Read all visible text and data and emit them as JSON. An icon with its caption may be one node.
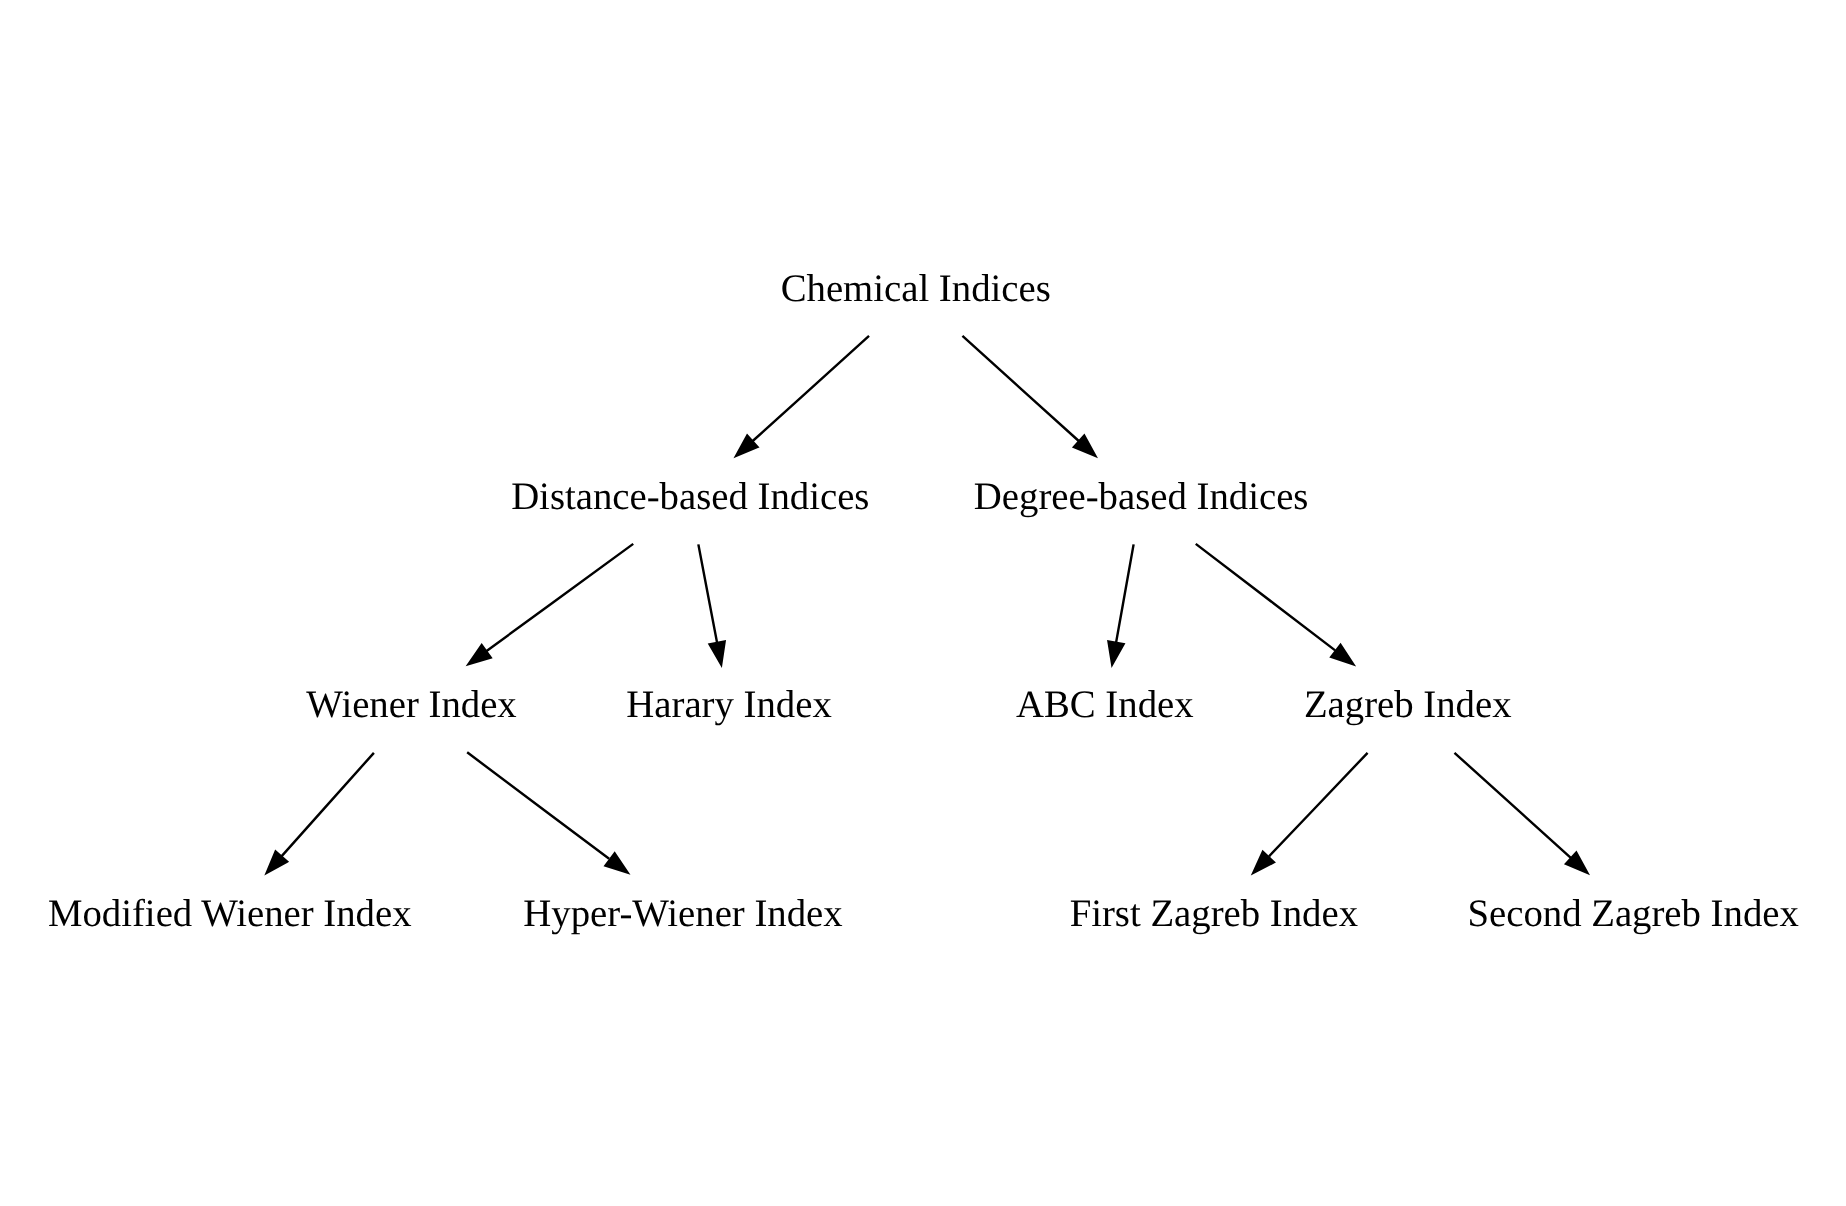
{
  "diagram": {
    "nodes": [
      {
        "text": [
          "Chemical Indices"
        ]
      },
      {
        "text": [
          "Distance-based Indices"
        ]
      },
      {
        "text": [
          "Degree-based Indices"
        ]
      },
      {
        "text": [
          "Wiener Index"
        ]
      },
      {
        "text": [
          "Harary Index"
        ]
      },
      {
        "text": [
          "ABC Index"
        ]
      },
      {
        "text": [
          "Zagreb Index"
        ]
      },
      {
        "text": [
          "Modified Wiener Index"
        ]
      },
      {
        "text": [
          "Hyper-Wiener Index"
        ]
      },
      {
        "text": [
          "First Zagreb Index"
        ]
      },
      {
        "text": [
          "Second Zagreb Index"
        ]
      }
    ],
    "edges": [
      {
        "from": 0,
        "to": 1,
        "arrow": "to"
      },
      {
        "from": 0,
        "to": 2,
        "arrow": "to"
      },
      {
        "from": 1,
        "to": 3,
        "arrow": "to"
      },
      {
        "from": 1,
        "to": 4,
        "arrow": "to"
      },
      {
        "from": 2,
        "to": 5,
        "arrow": "to"
      },
      {
        "from": 2,
        "to": 6,
        "arrow": "to"
      },
      {
        "from": 3,
        "to": 7,
        "arrow": "to"
      },
      {
        "from": 3,
        "to": 8,
        "arrow": "to"
      },
      {
        "from": 6,
        "to": 9,
        "arrow": "to"
      },
      {
        "from": 6,
        "to": 10,
        "arrow": "to"
      }
    ]
  }
}
